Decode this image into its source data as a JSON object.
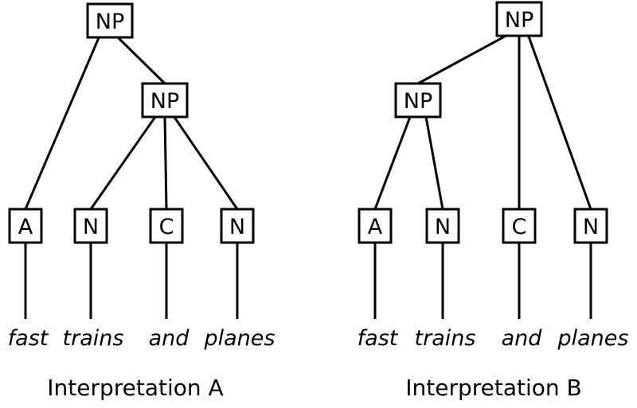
{
  "diagram": {
    "background_color": "#ffffff",
    "line_color": "#000000",
    "box_fill_color": "#ffffff",
    "text_color": "#000000",
    "trees": [
      {
        "caption": "Interpretation A",
        "nodes": [
          {
            "id": "root",
            "label": "NP"
          },
          {
            "id": "np2",
            "label": "NP"
          },
          {
            "id": "a",
            "label": "A",
            "word": "fast"
          },
          {
            "id": "n1",
            "label": "N",
            "word": "trains"
          },
          {
            "id": "c",
            "label": "C",
            "word": "and"
          },
          {
            "id": "n2",
            "label": "N",
            "word": "planes"
          }
        ],
        "edges": [
          [
            "root",
            "a"
          ],
          [
            "root",
            "np2"
          ],
          [
            "np2",
            "n1"
          ],
          [
            "np2",
            "c"
          ],
          [
            "np2",
            "n2"
          ]
        ]
      },
      {
        "caption": "Interpretation B",
        "nodes": [
          {
            "id": "root",
            "label": "NP"
          },
          {
            "id": "np2",
            "label": "NP"
          },
          {
            "id": "a",
            "label": "A",
            "word": "fast"
          },
          {
            "id": "n1",
            "label": "N",
            "word": "trains"
          },
          {
            "id": "c",
            "label": "C",
            "word": "and"
          },
          {
            "id": "n2",
            "label": "N",
            "word": "planes"
          }
        ],
        "edges": [
          [
            "root",
            "np2"
          ],
          [
            "root",
            "c"
          ],
          [
            "root",
            "n2"
          ],
          [
            "np2",
            "a"
          ],
          [
            "np2",
            "n1"
          ]
        ]
      }
    ]
  }
}
